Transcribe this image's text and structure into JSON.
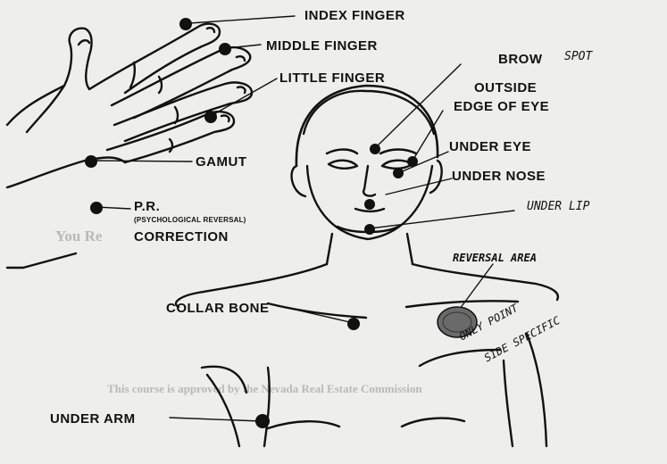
{
  "labels": {
    "index_finger": "INDEX FINGER",
    "middle_finger": "MIDDLE FINGER",
    "little_finger": "LITTLE FINGER",
    "brow": "BROW",
    "brow_spot": "SPOT",
    "outside": "OUTSIDE",
    "edge_of_eye": "EDGE OF EYE",
    "under_eye": "UNDER EYE",
    "under_nose": "UNDER NOSE",
    "under_lip": "UNDER LIP",
    "gamut": "GAMUT",
    "pr": "P.R.",
    "pr_sub": "(PSYCHOLOGICAL REVERSAL)",
    "correction": "CORRECTION",
    "reversal_area": "REVERSAL AREA",
    "collar_bone": "COLLAR BONE",
    "only_point": "ONLY POINT",
    "side_specific": "SIDE SPECIFIC",
    "under_arm": "UNDER ARM"
  },
  "bleed_through": {
    "line1": "You Re",
    "line2": "This course is approved by the Nevada Real Estate Commission"
  },
  "colors": {
    "ink": "#111111",
    "paper": "#eeeeec",
    "faded": "#b9b9b6"
  }
}
